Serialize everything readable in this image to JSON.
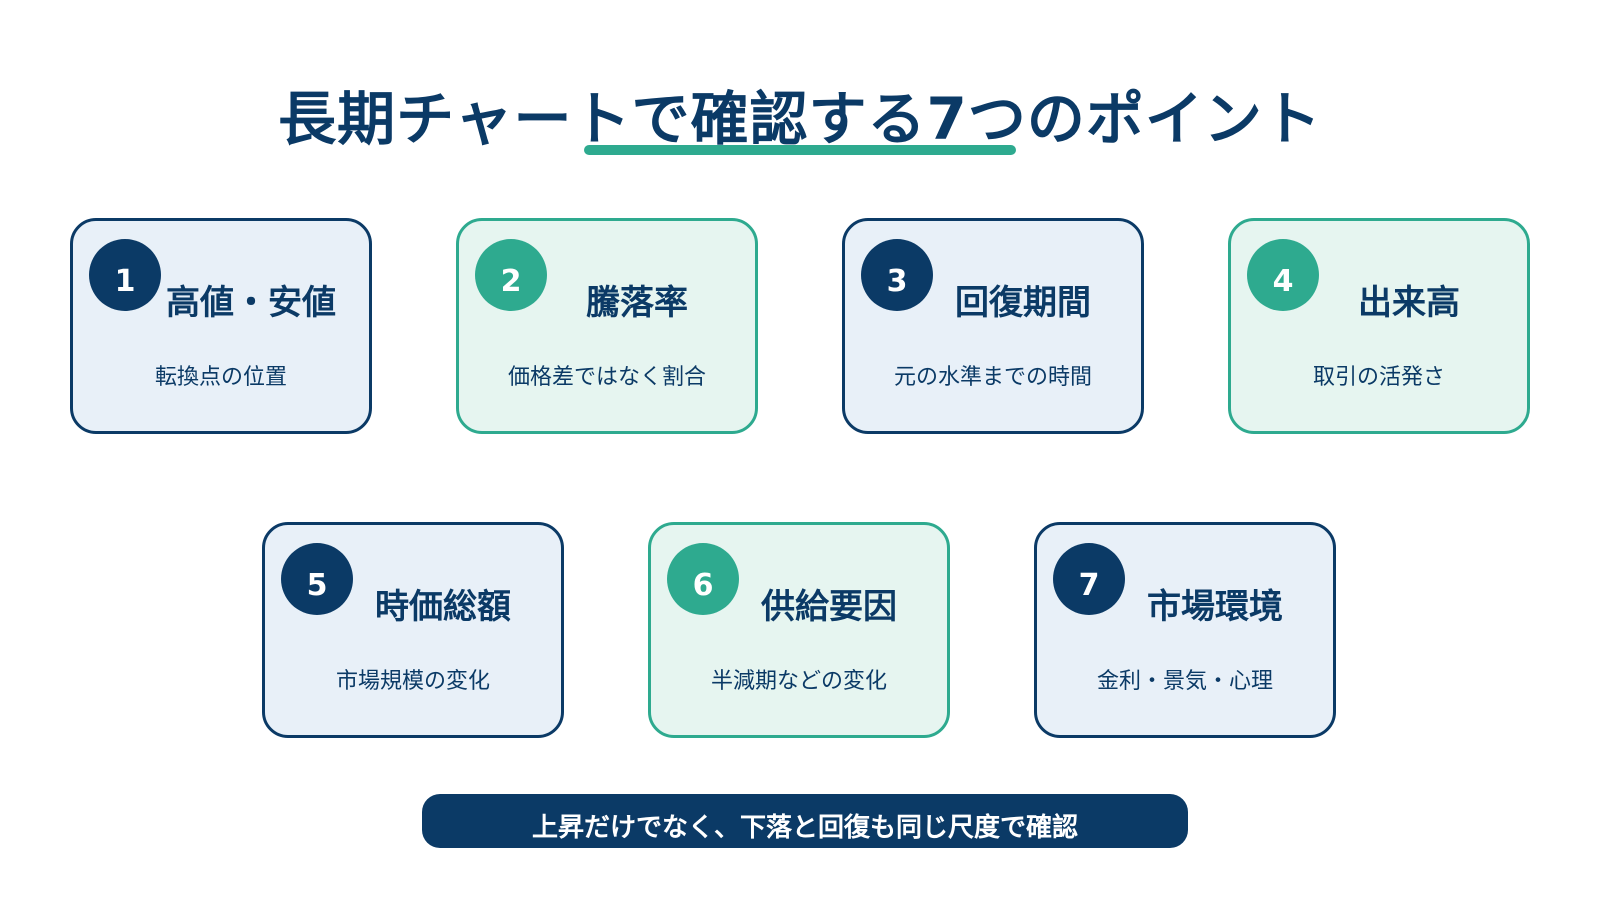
{
  "title": "長期チャートで確認する7つのポイント",
  "colors": {
    "navy": "#0b3a66",
    "teal": "#2eaa8f",
    "navy_bg": "#e8f0f8",
    "teal_bg": "#e6f5f0"
  },
  "cards": [
    {
      "number": "1",
      "title": "高値・安値",
      "desc": "転換点の位置",
      "theme": "navy"
    },
    {
      "number": "2",
      "title": "騰落率",
      "desc": "価格差ではなく割合",
      "theme": "teal"
    },
    {
      "number": "3",
      "title": "回復期間",
      "desc": "元の水準までの時間",
      "theme": "navy"
    },
    {
      "number": "4",
      "title": "出来高",
      "desc": "取引の活発さ",
      "theme": "teal"
    },
    {
      "number": "5",
      "title": "時価総額",
      "desc": "市場規模の変化",
      "theme": "navy"
    },
    {
      "number": "6",
      "title": "供給要因",
      "desc": "半減期などの変化",
      "theme": "teal"
    },
    {
      "number": "7",
      "title": "市場環境",
      "desc": "金利・景気・心理",
      "theme": "navy"
    }
  ],
  "footer": "上昇だけでなく、下落と回復も同じ尺度で確認"
}
